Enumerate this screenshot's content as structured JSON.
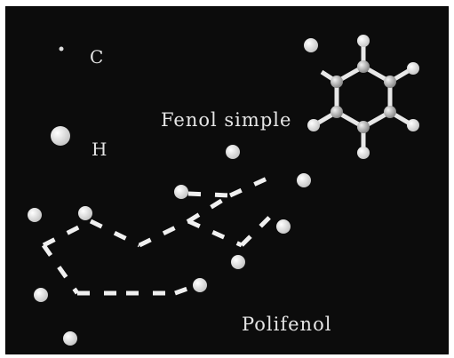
{
  "legend": {
    "carbon_label": "C",
    "hydrogen_label": "H"
  },
  "molecules": {
    "simple_label": "Fenol simple",
    "poly_label": "Polifenol"
  },
  "colors": {
    "background": "#0c0c0c",
    "atom_carbon": "#cfcfcf",
    "atom_hydrogen": "#ffffff",
    "bond": "#f0f0f0"
  }
}
